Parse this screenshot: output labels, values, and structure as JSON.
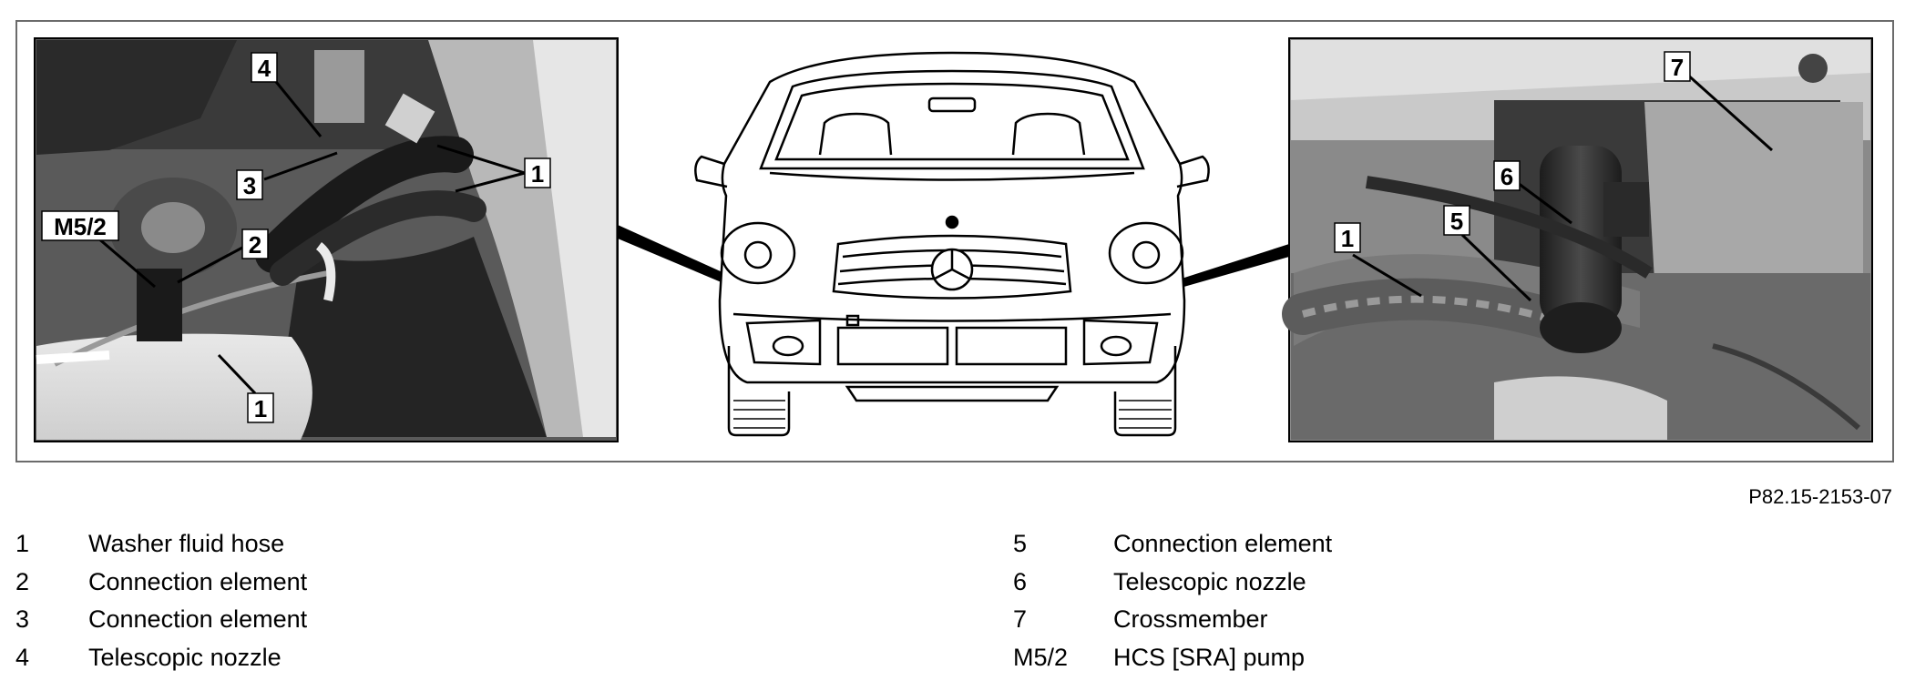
{
  "figure": {
    "id": "P82.15-2153-07",
    "left_photo_callouts": [
      "4",
      "3",
      "1",
      "M5/2",
      "2",
      "1"
    ],
    "right_photo_callouts": [
      "7",
      "6",
      "5",
      "1"
    ]
  },
  "legend": {
    "left": [
      {
        "num": "1",
        "text": "Washer fluid hose"
      },
      {
        "num": "2",
        "text": "Connection element"
      },
      {
        "num": "3",
        "text": "Connection element"
      },
      {
        "num": "4",
        "text": "Telescopic nozzle"
      }
    ],
    "right": [
      {
        "num": "5",
        "text": "Connection element"
      },
      {
        "num": "6",
        "text": "Telescopic nozzle"
      },
      {
        "num": "7",
        "text": "Crossmember"
      },
      {
        "num": "M5/2",
        "text": "HCS [SRA] pump"
      }
    ]
  }
}
